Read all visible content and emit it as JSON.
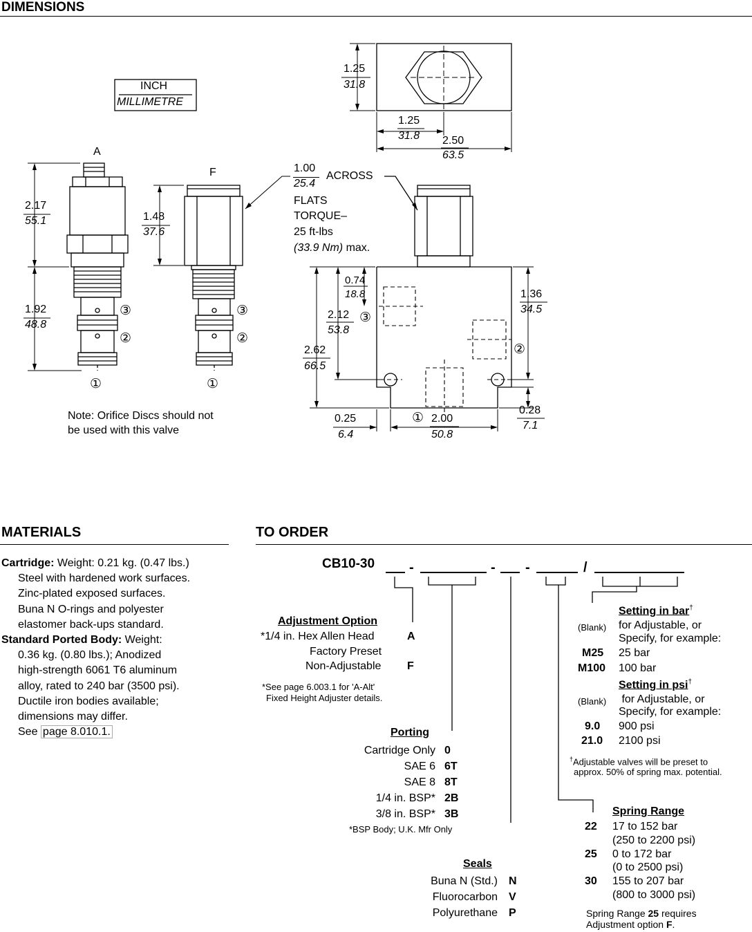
{
  "dimensions": {
    "title": "DIMENSIONS",
    "unit_box": {
      "top": "INCH",
      "bottom": "MILLIMETRE"
    },
    "option_labels": {
      "a": "A",
      "f": "F"
    },
    "cartridge_a": {
      "h_top_in": "2.17",
      "h_top_mm": "55.1",
      "h_bot_in": "1.92",
      "h_bot_mm": "48.8"
    },
    "cartridge_f": {
      "h_in": "1.48",
      "h_mm": "37.6"
    },
    "ports": {
      "p1": "①",
      "p2": "②",
      "p3": "③"
    },
    "across_flats": {
      "in": "1.00",
      "mm": "25.4",
      "l1": "ACROSS",
      "l2": "FLATS",
      "l3": "TORQUE–",
      "l4": "25 ft-lbs",
      "l5_italic": "(33.9 Nm)",
      "l5_rest": " max."
    },
    "top_view": {
      "h_in": "1.25",
      "h_mm": "31.8",
      "w1_in": "1.25",
      "w1_mm": "31.8",
      "w2_in": "2.50",
      "w2_mm": "63.5"
    },
    "body": {
      "d1_in": "0.74",
      "d1_mm": "18.8",
      "d2_in": "2.12",
      "d2_mm": "53.8",
      "d3_in": "2.62",
      "d3_mm": "66.5",
      "d4_in": "1.36",
      "d4_mm": "34.5",
      "d5_in": "0.28",
      "d5_mm": "7.1",
      "d6_in": "0.25",
      "d6_mm": "6.4",
      "d7_in": "2.00",
      "d7_mm": "50.8"
    },
    "note": [
      "Note: Orifice Discs should not",
      "be used with this valve"
    ]
  },
  "materials": {
    "title": "MATERIALS",
    "cartridge_label": "Cartridge:",
    "cartridge_first": " Weight: 0.21 kg. (0.47 lbs.)",
    "cartridge_lines": [
      "Steel with hardened work surfaces.",
      "Zinc-plated exposed surfaces.",
      "Buna N O-rings and polyester",
      "elastomer back-ups standard."
    ],
    "body_label": "Standard Ported Body:",
    "body_first": " Weight:",
    "body_lines": [
      "0.36 kg. (0.80 lbs.); Anodized",
      "high-strength 6061 T6 aluminum",
      "alloy, rated to 240 bar (3500 psi).",
      "Ductile iron bodies available;",
      "dimensions may differ."
    ],
    "see_prefix": "See",
    "see_link": "page 8.010.1."
  },
  "order": {
    "title": "TO ORDER",
    "model": "CB10-30",
    "adjustment": {
      "title": "Adjustment Option",
      "items": [
        {
          "label": "*1/4 in. Hex Allen Head",
          "code": "A"
        },
        {
          "label": "Factory Preset",
          "code": ""
        },
        {
          "label": "Non-Adjustable",
          "code": "F"
        }
      ],
      "note": [
        "*See page 6.003.1 for 'A-Alt'",
        "Fixed Height Adjuster details."
      ]
    },
    "porting": {
      "title": "Porting",
      "items": [
        {
          "label": "Cartridge Only",
          "code": "0"
        },
        {
          "label": "SAE 6",
          "code": "6T"
        },
        {
          "label": "SAE 8",
          "code": "8T"
        },
        {
          "label": "1/4 in. BSP*",
          "code": "2B"
        },
        {
          "label": "3/8 in. BSP*",
          "code": "3B"
        }
      ],
      "note": "*BSP Body; U.K. Mfr Only"
    },
    "seals": {
      "title": "Seals",
      "items": [
        {
          "label": "Buna N (Std.)",
          "code": "N"
        },
        {
          "label": "Fluorocarbon",
          "code": "V"
        },
        {
          "label": "Polyurethane",
          "code": "P"
        }
      ]
    },
    "setting_bar": {
      "title": "Setting in bar",
      "dagger": "†",
      "blank": "(Blank)",
      "rows": [
        {
          "code": "",
          "text": "for Adjustable, or"
        },
        {
          "code": "",
          "text": "Specify, for example:"
        },
        {
          "code": "M25",
          "text": "25 bar"
        },
        {
          "code": "M100",
          "text": "100 bar"
        }
      ]
    },
    "setting_psi": {
      "title": "Setting in psi",
      "dagger": "†",
      "blank": "(Blank)",
      "rows": [
        {
          "code": "",
          "text": " for Adjustable, or"
        },
        {
          "code": "",
          "text": "Specify, for example:"
        },
        {
          "code": "9.0",
          "text": "900 psi"
        },
        {
          "code": "21.0",
          "text": "2100 psi"
        }
      ]
    },
    "preset_note": {
      "dagger": "†",
      "l1": "Adjustable valves will be preset to",
      "l2": "approx. 50% of spring max. potential."
    },
    "spring": {
      "title": "Spring Range",
      "items": [
        {
          "code": "22",
          "l1": "17 to 152 bar",
          "l2": "(250 to 2200 psi)"
        },
        {
          "code": "25",
          "l1": "0 to 172 bar",
          "l2": "(0 to 2500 psi)"
        },
        {
          "code": "30",
          "l1": "155 to 207 bar",
          "l2": "(800 to 3000 psi)"
        }
      ],
      "note_pre": "Spring Range ",
      "note_bold1": "25",
      "note_mid": " requires",
      "note2_pre": "Adjustment option ",
      "note2_bold": "F",
      "note2_post": "."
    }
  }
}
